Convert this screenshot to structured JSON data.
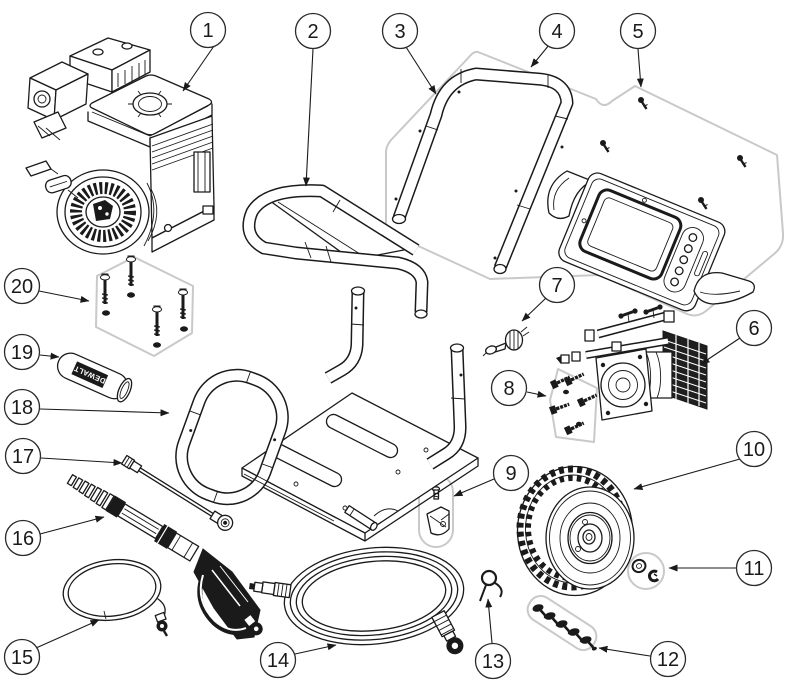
{
  "figure": {
    "kind": "exploded-parts-diagram",
    "background_color": "#ffffff",
    "line_color": "#1a1a1a",
    "ghost_outline_color": "#c9c9c9",
    "brand_label": "DEWALT"
  },
  "callouts": [
    {
      "label": "1"
    },
    {
      "label": "2"
    },
    {
      "label": "3"
    },
    {
      "label": "4"
    },
    {
      "label": "5"
    },
    {
      "label": "6"
    },
    {
      "label": "7"
    },
    {
      "label": "8"
    },
    {
      "label": "9"
    },
    {
      "label": "10"
    },
    {
      "label": "11"
    },
    {
      "label": "12"
    },
    {
      "label": "13"
    },
    {
      "label": "14"
    },
    {
      "label": "15"
    },
    {
      "label": "16"
    },
    {
      "label": "17"
    },
    {
      "label": "18"
    },
    {
      "label": "19"
    },
    {
      "label": "20"
    }
  ]
}
